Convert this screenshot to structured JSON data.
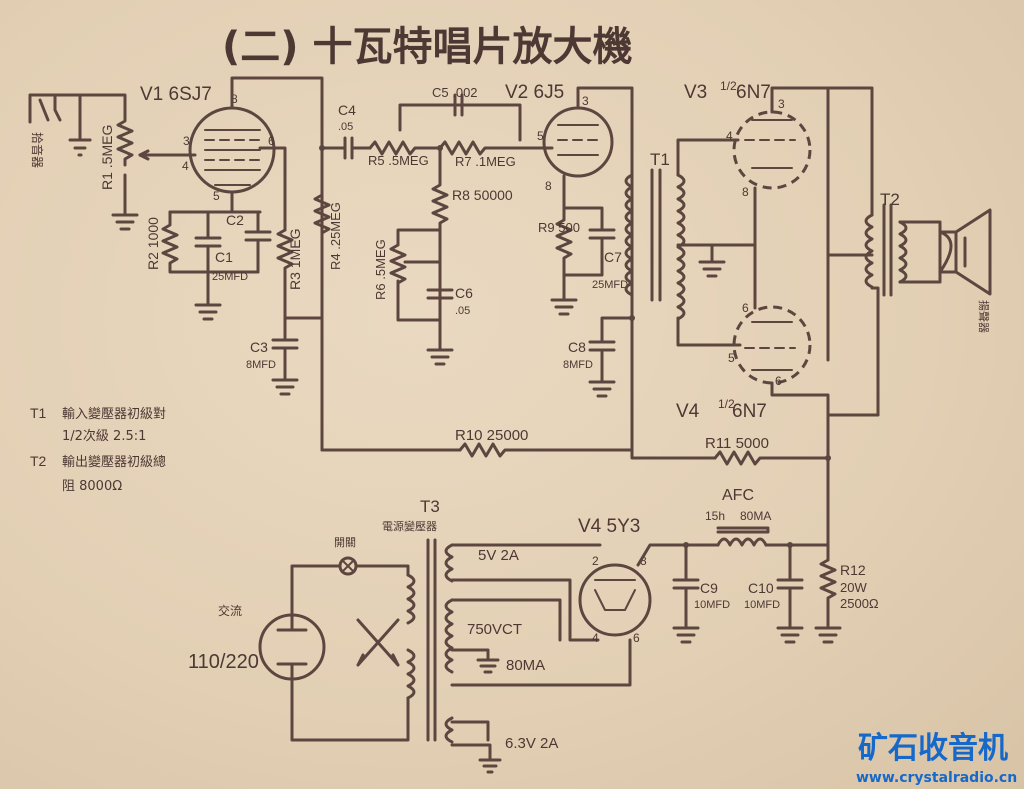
{
  "title": "(二)  十瓦特唱片放大機",
  "tubes": {
    "v1": "V1 6SJ7",
    "v2": "V2 6J5",
    "v3_a": "V3",
    "v3_b": "1/2",
    "v3_c": "6N7",
    "v4a_a": "V4",
    "v4a_b": "1/2",
    "v4a_c": "6N7",
    "v4b": "V4 5Y3"
  },
  "pins": {
    "p8": "8",
    "p3": "3",
    "p6": "6",
    "p4": "4",
    "p5": "5",
    "p2": "2"
  },
  "components": {
    "r1": "R1 .5MEG",
    "r2": "R2 1000",
    "r3": "R3 1MEG",
    "r4": "R4 .25MEG",
    "r5": "R5 .5MEG",
    "r6": "R6 .5MEG",
    "r7": "R7 .1MEG",
    "r8": "R8 50000",
    "r9": "R9 500",
    "r10": "R10 25000",
    "r11": "R11 5000",
    "r12": "R12",
    "r12_w": "20W",
    "r12_v": "2500Ω",
    "c1": "C1",
    "c1v": "25MFD",
    "c2": "C2",
    "c3": "C3",
    "c3v": "8MFD",
    "c4": "C4",
    "c4v": ".05",
    "c5": "C5 .002",
    "c6": "C6",
    "c6v": ".05",
    "c7": "C7",
    "c7v": "25MFD",
    "c8": "C8",
    "c8v": "8MFD",
    "c9": "C9",
    "c9v": "10MFD",
    "c10": "C10",
    "c10v": "10MFD",
    "t1": "T1",
    "t2": "T2",
    "t3": "T3",
    "afc": "AFC",
    "afc_h": "15h",
    "afc_ma": "80MA"
  },
  "labels": {
    "pickup": "拾音器",
    "speaker": "揚聲器",
    "switch": "開關",
    "ac": "交流",
    "mains": "110/220",
    "t3_name": "電源變壓器",
    "sec_5v": "5V 2A",
    "sec_750": "750VCT",
    "sec_80": "80MA",
    "sec_63": "6.3V 2A"
  },
  "notes": [
    {
      "sym": "T1",
      "text": "輸入變壓器初級對"
    },
    {
      "sym": "",
      "text": "1/2次級 2.5:1"
    },
    {
      "sym": "T2",
      "text": "輸出變壓器初級總"
    },
    {
      "sym": "",
      "text": "阻 8000Ω"
    }
  ],
  "watermark": {
    "name": "矿石收音机",
    "url": "www.crystalradio.cn"
  },
  "colors": {
    "ink": "#5e4640",
    "paper": "#e4d2b8",
    "logo": "#1769c9"
  }
}
